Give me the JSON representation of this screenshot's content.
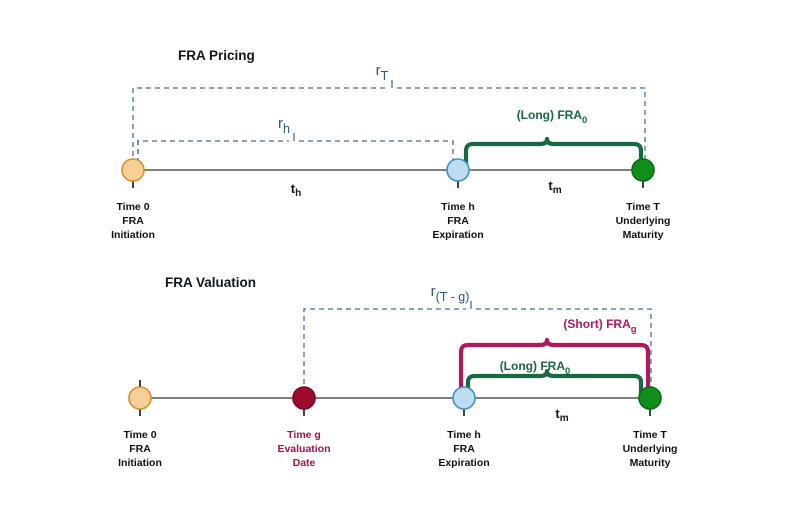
{
  "figure": {
    "type": "diagram",
    "title_top": "FRA Pricing",
    "title_bottom": "FRA Valuation",
    "colors": {
      "axis": "#555555",
      "dashed_rate": "#3f6fa8",
      "rate_text": "#2a5699",
      "long_green": "#17693f",
      "short_magenta": "#b3185d",
      "node_initiation_fill": "#f7cf9b",
      "node_initiation_stroke": "#d98f26",
      "node_expiration_fill": "#bcdcf0",
      "node_expiration_stroke": "#3f8fc4",
      "node_maturity_fill": "#0f8f1a",
      "node_maturity_stroke": "#0a6b12",
      "node_evaluation_fill": "#9e0b2e",
      "node_evaluation_stroke": "#7c0722",
      "label_text": "#0d1117"
    }
  },
  "pricing": {
    "title": "FRA Pricing",
    "nodes": [
      {
        "id": "t0",
        "label_lines": [
          "Time 0",
          "FRA",
          "Initiation"
        ],
        "marker": "initiation"
      },
      {
        "id": "th",
        "label_lines": [
          "Time h",
          "FRA",
          "Expiration"
        ],
        "marker": "expiration"
      },
      {
        "id": "tT",
        "label_lines": [
          "Time T",
          "Underlying",
          "Maturity"
        ],
        "marker": "maturity"
      }
    ],
    "rates": [
      {
        "id": "rT",
        "base": "r",
        "sub": "T",
        "span": "Time 0 to Time T"
      },
      {
        "id": "rh",
        "base": "r",
        "sub": "h",
        "span": "Time 0 to Time h"
      }
    ],
    "intervals": [
      {
        "id": "th_span",
        "base": "t",
        "sub": "h",
        "span": "Time 0 to Time h"
      },
      {
        "id": "tm_span",
        "base": "t",
        "sub": "m",
        "span": "Time h to Time T"
      }
    ],
    "brackets": [
      {
        "id": "long-fra0",
        "prefix": "(Long) ",
        "base": "FRA",
        "sub": "0",
        "position": "Time h to Time T",
        "style": "long"
      }
    ]
  },
  "valuation": {
    "title": "FRA Valuation",
    "nodes": [
      {
        "id": "t0",
        "label_lines": [
          "Time 0",
          "FRA",
          "Initiation"
        ],
        "marker": "initiation"
      },
      {
        "id": "tg",
        "label_lines": [
          "Time g",
          "Evaluation",
          "Date"
        ],
        "marker": "evaluation"
      },
      {
        "id": "th",
        "label_lines": [
          "Time h",
          "FRA",
          "Expiration"
        ],
        "marker": "expiration"
      },
      {
        "id": "tT",
        "label_lines": [
          "Time T",
          "Underlying",
          "Maturity"
        ],
        "marker": "maturity"
      }
    ],
    "rates": [
      {
        "id": "rTg",
        "base": "r",
        "sub": "(T - g)",
        "span": "Time g to Time T"
      }
    ],
    "intervals": [
      {
        "id": "tm_span",
        "base": "t",
        "sub": "m",
        "span": "Time h to Time T"
      }
    ],
    "brackets": [
      {
        "id": "short-frag",
        "prefix": "(Short) ",
        "base": "FRA",
        "sub": "g",
        "position": "Time h to Time T",
        "style": "short"
      },
      {
        "id": "long-fra0",
        "prefix": "(Long) ",
        "base": "FRA",
        "sub": "0",
        "position": "Time h to Time T",
        "style": "long"
      }
    ]
  }
}
